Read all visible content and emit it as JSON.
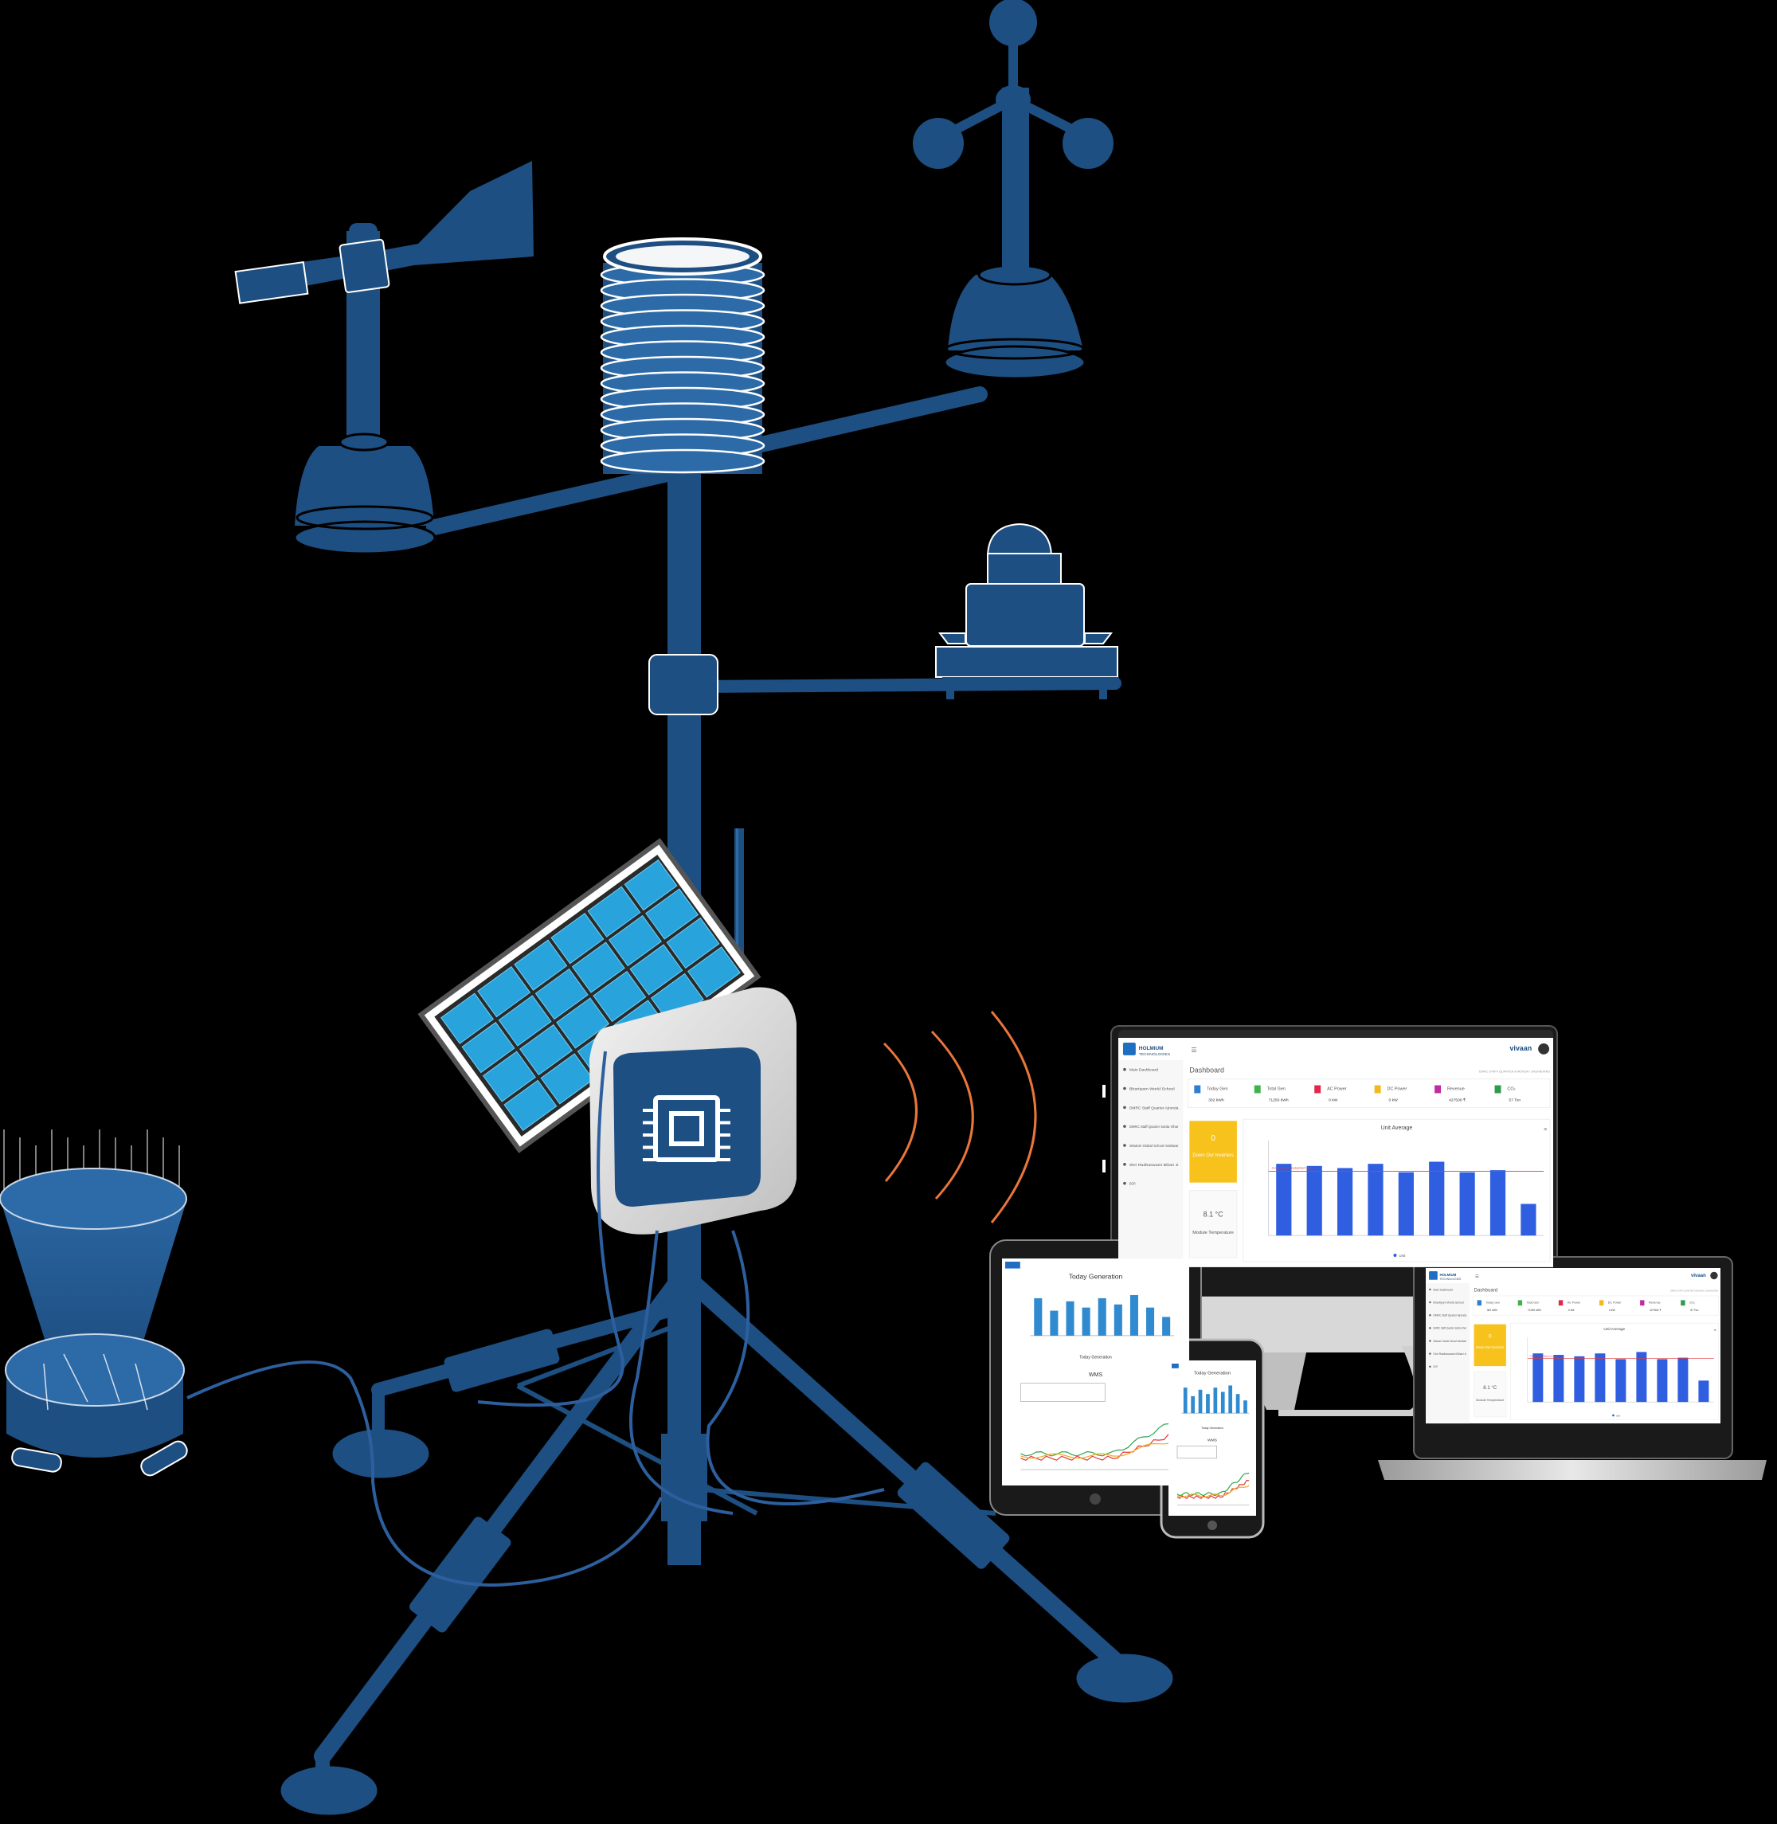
{
  "colors": {
    "background": "#000000",
    "station_blue": "#1e4f82",
    "station_blue_light": "#2d6aa8",
    "solar_cell": "#29a3dc",
    "signal_orange": "#e8763a",
    "kpi_yellow": "#f7c21b",
    "bar_blue": "#2f5fe0",
    "avg_line_red": "#e03a3a"
  },
  "icons": {
    "wind_vane": "wind-vane-icon",
    "anemometer": "anemometer-icon",
    "radiation_shield": "radiation-shield-icon",
    "pyranometer": "pyranometer-icon",
    "rain_gauge": "rain-gauge-icon",
    "solar_panel": "solar-panel-icon",
    "chip": "processor-chip-icon",
    "signal": "wireless-signal-icon"
  },
  "dashboard": {
    "brand": "HOLMIUM",
    "brand_sub": "TECHNOLOGIES",
    "client": "vivaan",
    "title": "Dashboard",
    "breadcrumb": "DMRC STAFF QUARTER AJRONDA / DASHBOARD",
    "sidebar": [
      "Main Dashboard",
      "Bhartiyam World School",
      "DMRC Staff Quarter Ajronda",
      "DMRC Staff Quarter Sarita Vihar",
      "Wisdom Global School Haridwar",
      "Shri Radhaswami Bihari Ji",
      "DGR"
    ],
    "kpis": [
      {
        "label": "Today Gen",
        "value": "302 kWh"
      },
      {
        "label": "Total Gen",
        "value": "71250 kWh"
      },
      {
        "label": "AC Power",
        "value": "0 kW"
      },
      {
        "label": "DC Power",
        "value": "0 kW"
      },
      {
        "label": "Revenue",
        "value": "427500 ₹"
      },
      {
        "label": "CO₂",
        "value": "57 Ton"
      }
    ],
    "inverters": {
      "count": "0",
      "label": "Down Our Inverters"
    },
    "module_temp": {
      "value": "8.1 °C",
      "label": "Module Temperature"
    },
    "chart_title": "Unit Average",
    "chart_avg_label": "Cumulative Employment 3.05",
    "chart_legend": "Unit"
  },
  "tablet": {
    "chart1_title": "Today Generation",
    "chart1_legend": "Today Generation",
    "chart2_title": "WMS"
  },
  "chart_data": [
    {
      "type": "bar",
      "title": "Unit Average",
      "values": [
        3.4,
        3.3,
        3.2,
        3.4,
        3.0,
        3.5,
        3.0,
        3.1,
        1.5
      ],
      "ylim": [
        0,
        4.5
      ],
      "reference_line": 3.05
    },
    {
      "type": "bar",
      "title": "Today Generation",
      "values": [
        60,
        40,
        55,
        45,
        60,
        50,
        65,
        45,
        30
      ],
      "ylim": [
        0,
        80
      ]
    }
  ]
}
